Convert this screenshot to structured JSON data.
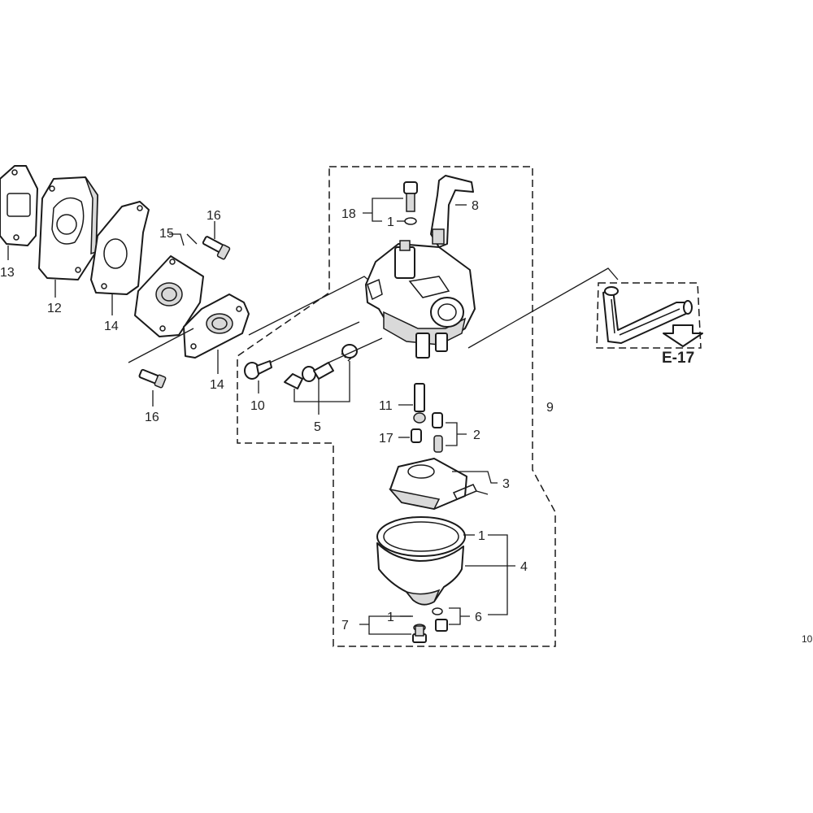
{
  "callouts": {
    "c1": "1",
    "c1b": "1",
    "c1c": "1",
    "c2": "2",
    "c3": "3",
    "c4": "4",
    "c5": "5",
    "c6": "6",
    "c7": "7",
    "c8": "8",
    "c9": "9",
    "c10": "10",
    "c11": "11",
    "c12": "12",
    "c13": "13",
    "c14a": "14",
    "c14b": "14",
    "c15": "15",
    "c16a": "16",
    "c16b": "16",
    "c17": "17",
    "c18": "18"
  },
  "reference": {
    "label": "E-17"
  },
  "corner_mark": "10",
  "icons": {
    "arrow": "arrow-down-icon"
  }
}
